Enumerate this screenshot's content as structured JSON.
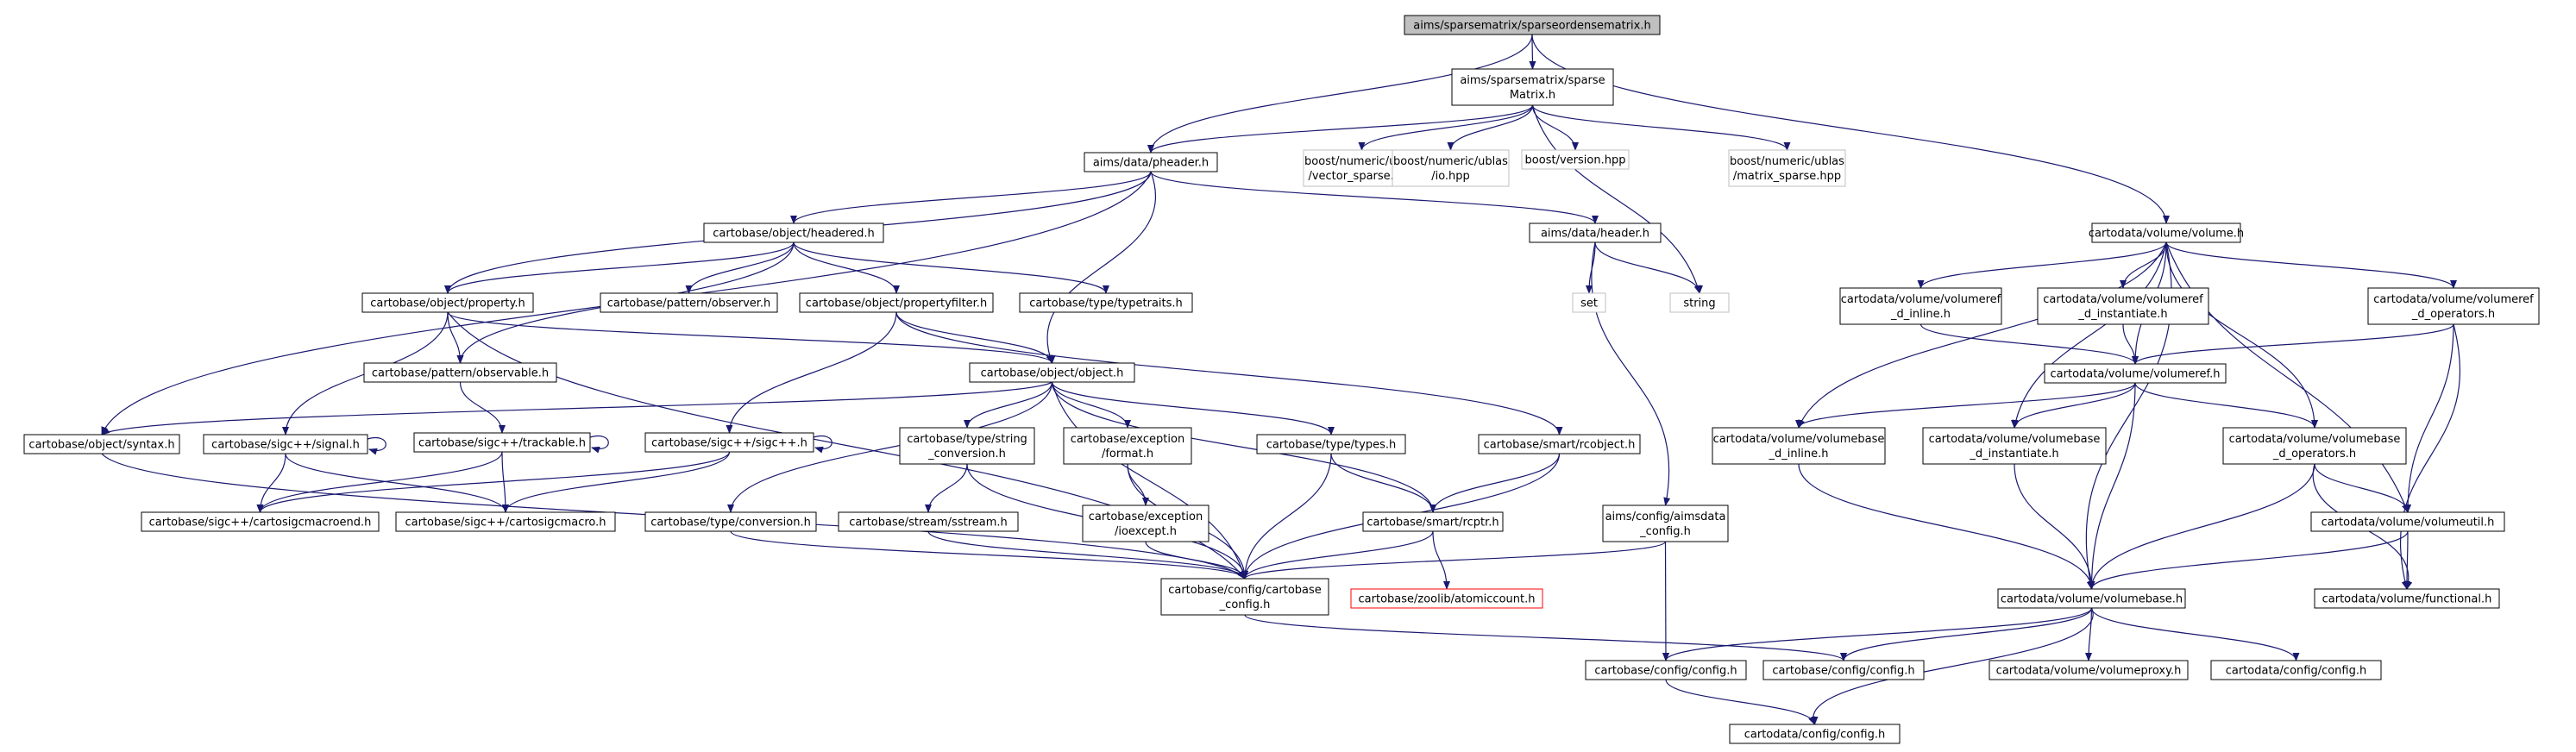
{
  "nodes": [
    {
      "id": "root",
      "lines": [
        "aims/sparsematrix/sparseordensematrix.h"
      ],
      "kind": "root"
    },
    {
      "id": "sparsematrix",
      "lines": [
        "aims/sparsematrix/sparse",
        "Matrix.h"
      ],
      "kind": "normal"
    },
    {
      "id": "vector_sparse",
      "lines": [
        "boost/numeric/ublas",
        "/vector_sparse.hpp"
      ],
      "kind": "external"
    },
    {
      "id": "io_hpp",
      "lines": [
        "boost/numeric/ublas",
        "/io.hpp"
      ],
      "kind": "external"
    },
    {
      "id": "version_hpp",
      "lines": [
        "boost/version.hpp"
      ],
      "kind": "external"
    },
    {
      "id": "matrix_sparse",
      "lines": [
        "boost/numeric/ublas",
        "/matrix_sparse.hpp"
      ],
      "kind": "external"
    },
    {
      "id": "pheader",
      "lines": [
        "aims/data/pheader.h"
      ],
      "kind": "normal"
    },
    {
      "id": "volume_h",
      "lines": [
        "cartodata/volume/volume.h"
      ],
      "kind": "normal"
    },
    {
      "id": "headered",
      "lines": [
        "cartobase/object/headered.h"
      ],
      "kind": "normal"
    },
    {
      "id": "header_h",
      "lines": [
        "aims/data/header.h"
      ],
      "kind": "normal"
    },
    {
      "id": "set",
      "lines": [
        "set"
      ],
      "kind": "external"
    },
    {
      "id": "string",
      "lines": [
        "string"
      ],
      "kind": "external"
    },
    {
      "id": "property",
      "lines": [
        "cartobase/object/property.h"
      ],
      "kind": "normal"
    },
    {
      "id": "observer",
      "lines": [
        "cartobase/pattern/observer.h"
      ],
      "kind": "normal"
    },
    {
      "id": "propertyfilter",
      "lines": [
        "cartobase/object/propertyfilter.h"
      ],
      "kind": "normal"
    },
    {
      "id": "typetraits",
      "lines": [
        "cartobase/type/typetraits.h"
      ],
      "kind": "normal"
    },
    {
      "id": "observable",
      "lines": [
        "cartobase/pattern/observable.h"
      ],
      "kind": "normal"
    },
    {
      "id": "object_h",
      "lines": [
        "cartobase/object/object.h"
      ],
      "kind": "normal"
    },
    {
      "id": "syntax",
      "lines": [
        "cartobase/object/syntax.h"
      ],
      "kind": "normal"
    },
    {
      "id": "signal",
      "lines": [
        "cartobase/sigc++/signal.h"
      ],
      "kind": "normal"
    },
    {
      "id": "trackable",
      "lines": [
        "cartobase/sigc++/trackable.h"
      ],
      "kind": "normal"
    },
    {
      "id": "sigcpp",
      "lines": [
        "cartobase/sigc++/sigc++.h"
      ],
      "kind": "normal"
    },
    {
      "id": "macroend",
      "lines": [
        "cartobase/sigc++/cartosigcmacroend.h"
      ],
      "kind": "normal"
    },
    {
      "id": "macro",
      "lines": [
        "cartobase/sigc++/cartosigcmacro.h"
      ],
      "kind": "normal"
    },
    {
      "id": "conversion",
      "lines": [
        "cartobase/type/conversion.h"
      ],
      "kind": "normal"
    },
    {
      "id": "string_conv",
      "lines": [
        "cartobase/type/string",
        "_conversion.h"
      ],
      "kind": "normal"
    },
    {
      "id": "sstream",
      "lines": [
        "cartobase/stream/sstream.h"
      ],
      "kind": "normal"
    },
    {
      "id": "exc_format",
      "lines": [
        "cartobase/exception",
        "/format.h"
      ],
      "kind": "normal"
    },
    {
      "id": "ioexcept",
      "lines": [
        "cartobase/exception",
        "/ioexcept.h"
      ],
      "kind": "normal"
    },
    {
      "id": "types",
      "lines": [
        "cartobase/type/types.h"
      ],
      "kind": "normal"
    },
    {
      "id": "rcobject",
      "lines": [
        "cartobase/smart/rcobject.h"
      ],
      "kind": "normal"
    },
    {
      "id": "rcptr",
      "lines": [
        "cartobase/smart/rcptr.h"
      ],
      "kind": "normal"
    },
    {
      "id": "aimsdata_config",
      "lines": [
        "aims/config/aimsdata",
        "_config.h"
      ],
      "kind": "normal"
    },
    {
      "id": "cartobase_config",
      "lines": [
        "cartobase/config/cartobase",
        "_config.h"
      ],
      "kind": "normal"
    },
    {
      "id": "atomiccount",
      "lines": [
        "cartobase/zoolib/atomiccount.h"
      ],
      "kind": "red"
    },
    {
      "id": "cb_config_a",
      "lines": [
        "cartobase/config/config.h"
      ],
      "kind": "normal"
    },
    {
      "id": "cb_config_b",
      "lines": [
        "cartobase/config/config.h"
      ],
      "kind": "normal"
    },
    {
      "id": "cd_config_final",
      "lines": [
        "cartodata/config/config.h"
      ],
      "kind": "normal"
    },
    {
      "id": "volref_inline",
      "lines": [
        "cartodata/volume/volumeref",
        "_d_inline.h"
      ],
      "kind": "normal"
    },
    {
      "id": "volref_inst",
      "lines": [
        "cartodata/volume/volumeref",
        "_d_instantiate.h"
      ],
      "kind": "normal"
    },
    {
      "id": "volref_ops",
      "lines": [
        "cartodata/volume/volumeref",
        "_d_operators.h"
      ],
      "kind": "normal"
    },
    {
      "id": "volumeref",
      "lines": [
        "cartodata/volume/volumeref.h"
      ],
      "kind": "normal"
    },
    {
      "id": "volbase_inline",
      "lines": [
        "cartodata/volume/volumebase",
        "_d_inline.h"
      ],
      "kind": "normal"
    },
    {
      "id": "volbase_inst",
      "lines": [
        "cartodata/volume/volumebase",
        "_d_instantiate.h"
      ],
      "kind": "normal"
    },
    {
      "id": "volbase_ops",
      "lines": [
        "cartodata/volume/volumebase",
        "_d_operators.h"
      ],
      "kind": "normal"
    },
    {
      "id": "volumeutil",
      "lines": [
        "cartodata/volume/volumeutil.h"
      ],
      "kind": "normal"
    },
    {
      "id": "volumebase",
      "lines": [
        "cartodata/volume/volumebase.h"
      ],
      "kind": "normal"
    },
    {
      "id": "functional",
      "lines": [
        "cartodata/volume/functional.h"
      ],
      "kind": "normal"
    },
    {
      "id": "volumeproxy",
      "lines": [
        "cartodata/volume/volumeproxy.h"
      ],
      "kind": "normal"
    },
    {
      "id": "cd_config_b",
      "lines": [
        "cartodata/config/config.h"
      ],
      "kind": "normal"
    }
  ],
  "edges": [
    [
      "root",
      "sparsematrix"
    ],
    [
      "root",
      "pheader"
    ],
    [
      "root",
      "volume_h"
    ],
    [
      "sparsematrix",
      "pheader"
    ],
    [
      "sparsematrix",
      "vector_sparse"
    ],
    [
      "sparsematrix",
      "io_hpp"
    ],
    [
      "sparsematrix",
      "version_hpp"
    ],
    [
      "sparsematrix",
      "matrix_sparse"
    ],
    [
      "sparsematrix",
      "string"
    ],
    [
      "pheader",
      "headered"
    ],
    [
      "pheader",
      "header_h"
    ],
    [
      "pheader",
      "property"
    ],
    [
      "pheader",
      "syntax"
    ],
    [
      "pheader",
      "object_h"
    ],
    [
      "headered",
      "property"
    ],
    [
      "headered",
      "observer"
    ],
    [
      "headered",
      "propertyfilter"
    ],
    [
      "headered",
      "typetraits"
    ],
    [
      "headered",
      "observable"
    ],
    [
      "header_h",
      "set"
    ],
    [
      "header_h",
      "string"
    ],
    [
      "header_h",
      "aimsdata_config"
    ],
    [
      "property",
      "observable"
    ],
    [
      "property",
      "object_h"
    ],
    [
      "property",
      "signal"
    ],
    [
      "property",
      "cartobase_config"
    ],
    [
      "propertyfilter",
      "object_h"
    ],
    [
      "propertyfilter",
      "sigcpp"
    ],
    [
      "propertyfilter",
      "rcobject"
    ],
    [
      "observable",
      "trackable"
    ],
    [
      "object_h",
      "syntax"
    ],
    [
      "object_h",
      "conversion"
    ],
    [
      "object_h",
      "string_conv"
    ],
    [
      "object_h",
      "exc_format"
    ],
    [
      "object_h",
      "types"
    ],
    [
      "object_h",
      "rcptr"
    ],
    [
      "object_h",
      "cartobase_config"
    ],
    [
      "syntax",
      "cartobase_config"
    ],
    [
      "signal",
      "signal"
    ],
    [
      "signal",
      "macroend"
    ],
    [
      "signal",
      "macro"
    ],
    [
      "trackable",
      "trackable"
    ],
    [
      "trackable",
      "macroend"
    ],
    [
      "trackable",
      "macro"
    ],
    [
      "sigcpp",
      "sigcpp"
    ],
    [
      "sigcpp",
      "macroend"
    ],
    [
      "sigcpp",
      "macro"
    ],
    [
      "conversion",
      "cartobase_config"
    ],
    [
      "string_conv",
      "sstream"
    ],
    [
      "string_conv",
      "cartobase_config"
    ],
    [
      "sstream",
      "cartobase_config"
    ],
    [
      "exc_format",
      "ioexcept"
    ],
    [
      "exc_format",
      "cartobase_config"
    ],
    [
      "ioexcept",
      "cartobase_config"
    ],
    [
      "types",
      "rcptr"
    ],
    [
      "types",
      "cartobase_config"
    ],
    [
      "rcobject",
      "rcptr"
    ],
    [
      "rcobject",
      "cartobase_config"
    ],
    [
      "rcptr",
      "atomiccount"
    ],
    [
      "rcptr",
      "cartobase_config"
    ],
    [
      "aimsdata_config",
      "cartobase_config"
    ],
    [
      "aimsdata_config",
      "cb_config_a"
    ],
    [
      "cartobase_config",
      "cb_config_b"
    ],
    [
      "cb_config_a",
      "cd_config_final"
    ],
    [
      "volume_h",
      "volref_inline"
    ],
    [
      "volume_h",
      "volref_inst"
    ],
    [
      "volume_h",
      "volref_ops"
    ],
    [
      "volume_h",
      "volumeref"
    ],
    [
      "volume_h",
      "volbase_inline"
    ],
    [
      "volume_h",
      "volbase_inst"
    ],
    [
      "volume_h",
      "volbase_ops"
    ],
    [
      "volume_h",
      "volumeutil"
    ],
    [
      "volume_h",
      "volumebase"
    ],
    [
      "volref_inline",
      "volumeref"
    ],
    [
      "volref_inst",
      "volumeref"
    ],
    [
      "volref_ops",
      "volumeref"
    ],
    [
      "volref_ops",
      "volumeutil"
    ],
    [
      "volref_ops",
      "functional"
    ],
    [
      "volumeref",
      "volbase_inline"
    ],
    [
      "volumeref",
      "volbase_inst"
    ],
    [
      "volumeref",
      "volbase_ops"
    ],
    [
      "volumeref",
      "volumebase"
    ],
    [
      "volbase_inline",
      "volumebase"
    ],
    [
      "volbase_inst",
      "volumebase"
    ],
    [
      "volbase_ops",
      "volumeutil"
    ],
    [
      "volbase_ops",
      "functional"
    ],
    [
      "volbase_ops",
      "volumebase"
    ],
    [
      "volumeutil",
      "volumebase"
    ],
    [
      "volumeutil",
      "functional"
    ],
    [
      "volumebase",
      "cb_config_a"
    ],
    [
      "volumebase",
      "cb_config_b"
    ],
    [
      "volumebase",
      "volumeproxy"
    ],
    [
      "volumebase",
      "cd_config_b"
    ],
    [
      "volumebase",
      "cd_config_final"
    ]
  ],
  "colors": {
    "edge": "#191970",
    "node_border": "#000000",
    "external_border": "#bfbfbf",
    "red_border": "#ff0000",
    "root_fill": "#bfbfbf",
    "text": "#000000"
  }
}
